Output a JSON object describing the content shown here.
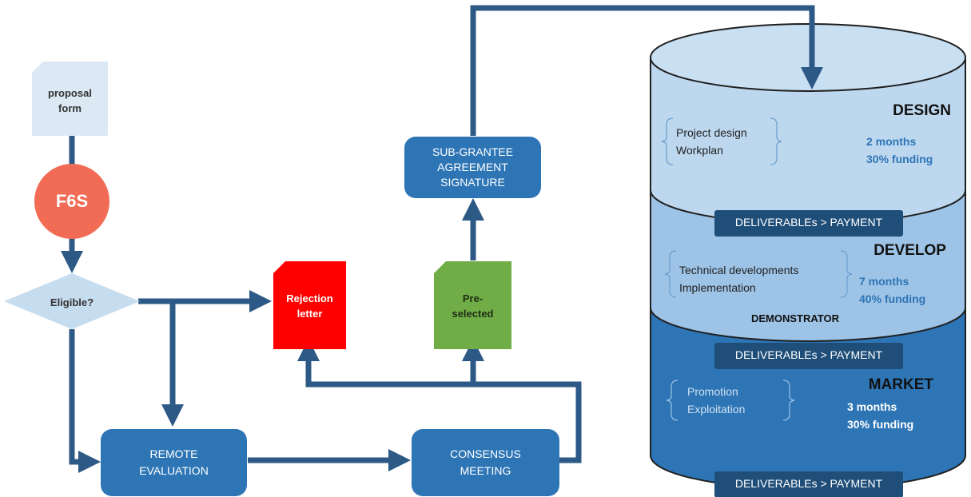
{
  "flow": {
    "proposal_form": [
      "proposal",
      "form"
    ],
    "f6s": "F6S",
    "eligible": "Eligible?",
    "rejection_letter": [
      "Rejection",
      "letter"
    ],
    "pre_selected": [
      "Pre-",
      "selected"
    ],
    "sub_grantee": [
      "SUB-GRANTEE",
      "AGREEMENT",
      "SIGNATURE"
    ],
    "remote_evaluation": [
      "REMOTE",
      "EVALUATION"
    ],
    "consensus_meeting": [
      "CONSENSUS",
      "MEETING"
    ]
  },
  "phases": {
    "design": {
      "title": "DESIGN",
      "items": [
        "Project design",
        "Workplan"
      ],
      "duration": "2 months",
      "funding": "30% funding"
    },
    "develop": {
      "title": "DEVELOP",
      "items": [
        "Technical developments",
        "Implementation"
      ],
      "duration": "7 months",
      "funding": "40% funding",
      "milestone": "DEMONSTRATOR"
    },
    "market": {
      "title": "MARKET",
      "items": [
        "Promotion",
        "Exploitation"
      ],
      "duration": "3 months",
      "funding": "30% funding"
    },
    "payment_label": "DELIVERABLEs > PAYMENT"
  },
  "colors": {
    "arrow": "#2d5986",
    "box": "#2e75b6",
    "f6s": "#f26b55",
    "rejection": "#ff0000",
    "preselected": "#70ad47",
    "form": "#dce8f4",
    "diamond": "#c6dcef",
    "design_layer": "#bdd7ee",
    "develop_layer": "#9dc3e6",
    "market_layer": "#2e75b6",
    "payment_bar": "#1f4e79"
  }
}
